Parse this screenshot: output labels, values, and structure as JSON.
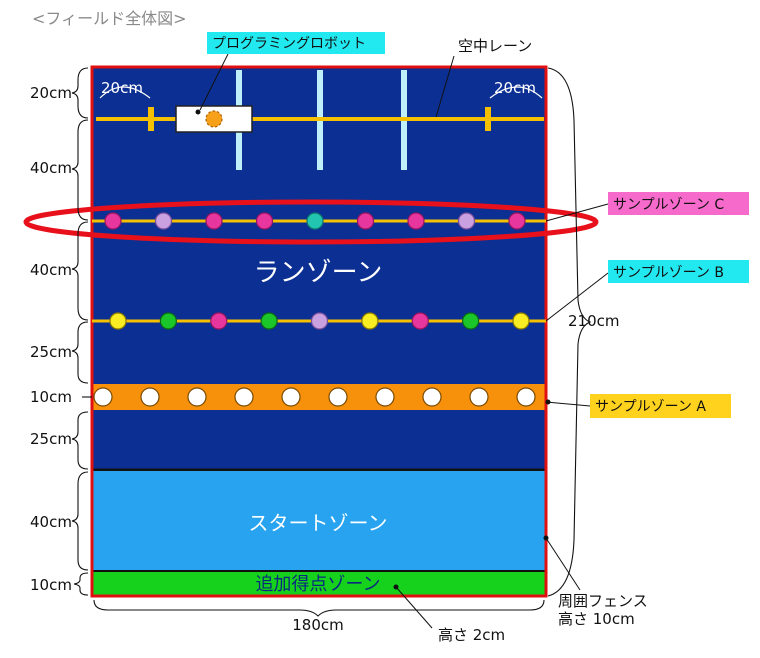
{
  "title": "<フィールド全体図>",
  "zones": {
    "run": "ランゾーン",
    "start": "スタートゾーン",
    "bonus": "追加得点ゾーン"
  },
  "left_dimensions": [
    "20cm",
    "40cm",
    "40cm",
    "25cm",
    "10cm",
    "25cm",
    "40cm",
    "10cm"
  ],
  "inner_dimensions": {
    "left": "20cm",
    "right": "20cm"
  },
  "bottom_width": "180cm",
  "right_height": "210cm",
  "callouts": {
    "robot": "プログラミングロボット",
    "aerial_lane": "空中レーン",
    "sample_c": "サンプルゾーン C",
    "sample_b": "サンプルゾーン B",
    "sample_a": "サンプルゾーン A",
    "fence_line1": "周囲フェンス",
    "fence_line2": "高さ 10cm",
    "bonus_height": "高さ 2cm"
  },
  "colors": {
    "field_navy": "#0c2f93",
    "fence_red": "#e01010",
    "lane_yellow": "#f5c000",
    "start_blue": "#27a3f0",
    "bonus_green": "#16d21c",
    "sample_a_orange": "#f7900a",
    "bar_light_blue": "#bfeff8",
    "label_cyan": "#22e8f0",
    "label_pink": "#f66acb",
    "label_yellow": "#ffd21e",
    "highlight_red": "#e8101a"
  },
  "sample_c_balls": [
    "magenta",
    "lavender",
    "magenta",
    "magenta",
    "teal",
    "magenta",
    "magenta",
    "lavender",
    "magenta"
  ],
  "sample_b_balls": [
    "yellow",
    "green",
    "magenta",
    "green",
    "lavender",
    "yellow",
    "magenta",
    "green",
    "yellow"
  ],
  "sample_a_balls": [
    "white",
    "white",
    "white",
    "white",
    "white",
    "white",
    "white",
    "white",
    "white",
    "white"
  ]
}
